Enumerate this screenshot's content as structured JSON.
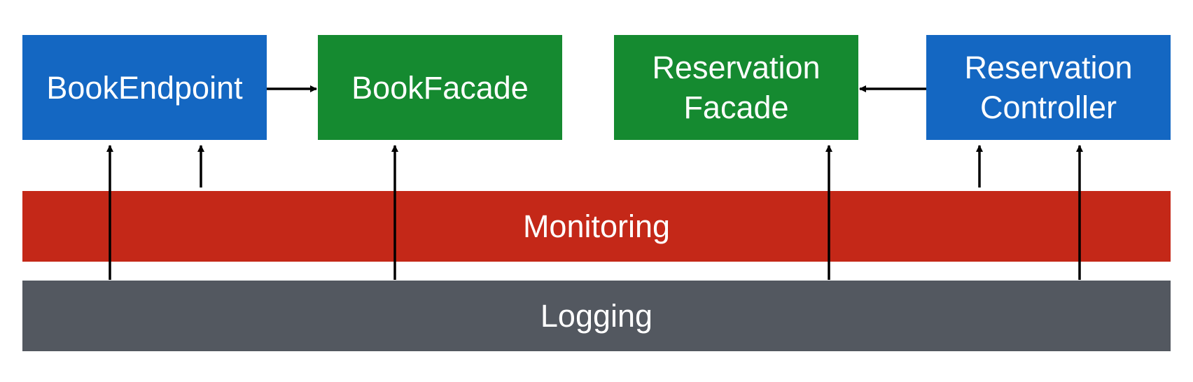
{
  "colors": {
    "endpoint_blue": "#1467c2",
    "facade_green": "#158a30",
    "monitoring_red": "#c42818",
    "logging_gray": "#535860",
    "arrow_black": "#000000"
  },
  "nodes": {
    "book_endpoint": "BookEndpoint",
    "book_facade": "BookFacade",
    "reservation_facade": "Reservation\nFacade",
    "reservation_controller": "Reservation\nController",
    "monitoring": "Monitoring",
    "logging": "Logging"
  },
  "edges": [
    {
      "from": "book_endpoint",
      "to": "book_facade"
    },
    {
      "from": "reservation_controller",
      "to": "reservation_facade"
    },
    {
      "from": "logging",
      "to": "book_endpoint"
    },
    {
      "from": "monitoring",
      "to": "book_endpoint"
    },
    {
      "from": "logging",
      "to": "book_facade"
    },
    {
      "from": "logging",
      "to": "reservation_facade"
    },
    {
      "from": "monitoring",
      "to": "reservation_controller"
    },
    {
      "from": "logging",
      "to": "reservation_controller"
    }
  ]
}
